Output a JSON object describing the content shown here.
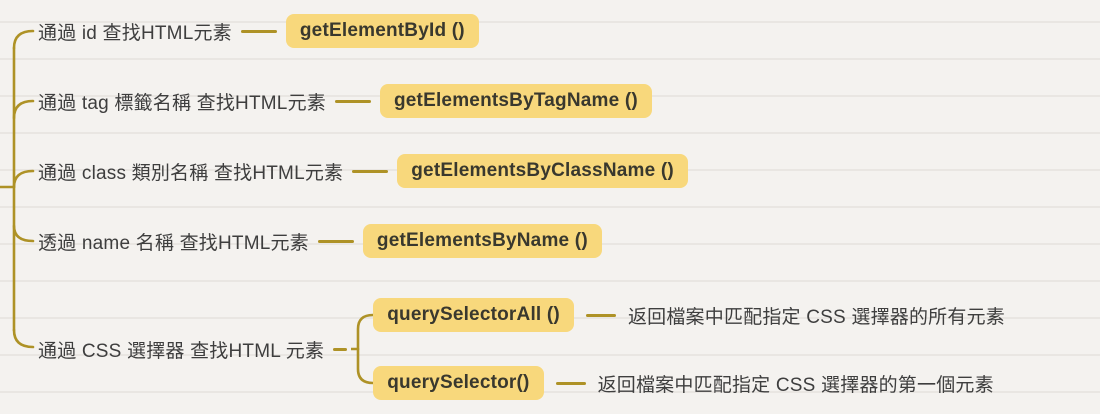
{
  "colors": {
    "background": "#f4f2ef",
    "ruled_line": "#e9e6e2",
    "branch_line": "#ae9226",
    "node_fill": "#f8d87c",
    "node_text": "#39382e",
    "label_text": "#3e3e3e"
  },
  "mindmap": {
    "branches": [
      {
        "label": "通過 id 查找HTML元素",
        "method": "getElementById ()"
      },
      {
        "label": "通過 tag 標籤名稱 查找HTML元素",
        "method": "getElementsByTagName ()"
      },
      {
        "label": "通過 class 類別名稱 查找HTML元素",
        "method": "getElementsByClassName ()"
      },
      {
        "label": "透過 name 名稱 查找HTML元素",
        "method": "getElementsByName ()"
      },
      {
        "label": "通過 CSS 選擇器 查找HTML 元素",
        "children": [
          {
            "method": "querySelectorAll ()",
            "description": "返回檔案中匹配指定 CSS 選擇器的所有元素"
          },
          {
            "method": "querySelector()",
            "description": "返回檔案中匹配指定 CSS 選擇器的第一個元素"
          }
        ]
      }
    ]
  }
}
